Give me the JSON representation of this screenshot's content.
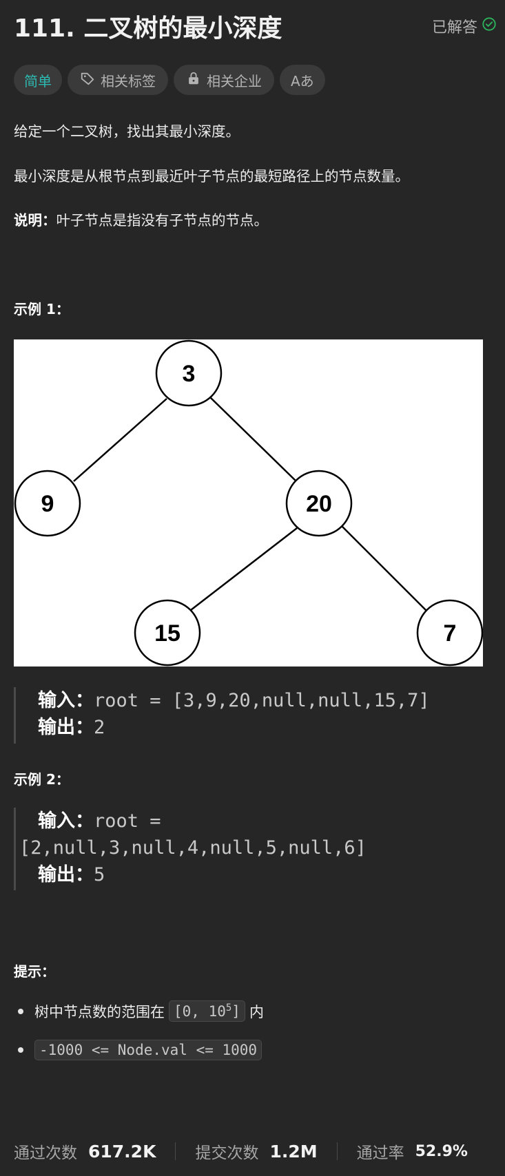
{
  "problem": {
    "title": "111. 二叉树的最小深度",
    "solved_label": "已解答",
    "tags": {
      "difficulty": "简单",
      "related_tags": "相关标签",
      "related_companies": "相关企业",
      "translate_icon": "Aあ"
    }
  },
  "description": {
    "p1": "给定一个二叉树，找出其最小深度。",
    "p2": "最小深度是从根节点到最近叶子节点的最短路径上的节点数量。",
    "note_label": "说明：",
    "note_text": "叶子节点是指没有子节点的节点。"
  },
  "example1": {
    "heading": "示例 1：",
    "tree": {
      "nodes": [
        "3",
        "9",
        "20",
        "15",
        "7"
      ]
    },
    "input_label": "输入：",
    "input_value": "root = [3,9,20,null,null,15,7]",
    "output_label": "输出：",
    "output_value": "2"
  },
  "example2": {
    "heading": "示例 2：",
    "input_label": "输入：",
    "input_line1": "root =",
    "input_line2": "[2,null,3,null,4,null,5,null,6]",
    "output_label": "输出：",
    "output_value": "5"
  },
  "hints": {
    "heading": "提示：",
    "item1_prefix": "树中节点数的范围在",
    "item1_code_base": "[0, 10",
    "item1_code_exp": "5",
    "item1_code_end": "]",
    "item1_suffix": "内",
    "item2_code": "-1000 <= Node.val <= 1000"
  },
  "stats": {
    "accepted_label": "通过次数",
    "accepted_value": "617.2K",
    "submissions_label": "提交次数",
    "submissions_value": "1.2M",
    "rate_label": "通过率",
    "rate_value": "52.9%"
  },
  "colors": {
    "background": "#262626",
    "easy": "#2cbbb2",
    "solved_check": "#2db55d"
  }
}
